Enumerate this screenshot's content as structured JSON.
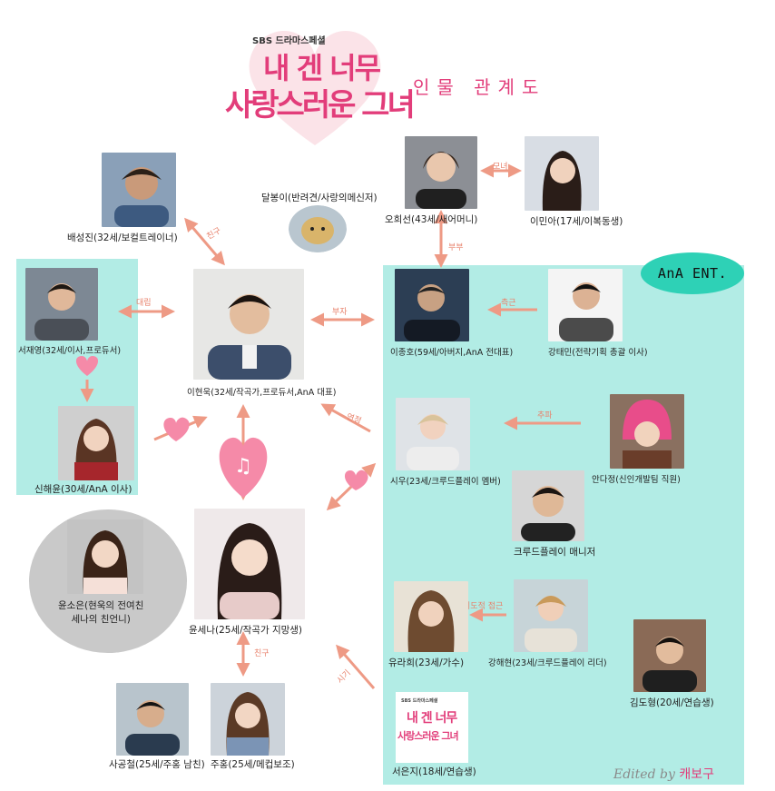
{
  "header": {
    "network": "SBS 드라마스페셜",
    "title_line1": "내 겐 너무",
    "title_line2": "사랑스러운 그녀",
    "chart_title": "인물 관계도"
  },
  "badge": "AnA ENT.",
  "credit": {
    "prefix": "Edited by",
    "name": "캐보구"
  },
  "colors": {
    "teal_panel": "#b2ece5",
    "badge": "#2ed1b6",
    "arrow": "#ee9a85",
    "heart": "#f58aa8",
    "gray_circle": "#c9c9c9"
  },
  "characters": {
    "bae": "배성진(32세/보컬트레이너)",
    "dog": "달봉이(반려견/사랑의메신저)",
    "oh": "오희선(43세/새어머니)",
    "lee_mina": "이민아(17세/이복동생)",
    "seo": "서재영(32세/이사,프로듀서)",
    "shin": "신해윤(30세/AnA 이사)",
    "hyunwook": "이현욱(32세/작곡가,프로듀서,AnA 대표)",
    "jongho": "이종호(59세/아버지,AnA 전대표)",
    "kang_taemin": "강태민(전략기획 총괄 이사)",
    "siwoo": "시우(23세/크루드플레이 멤버)",
    "ahn": "안다정(신인개발팀 직원)",
    "manager": "크루드플레이 매니저",
    "yoon_sona": "윤소은(현욱의 전여친\n세나의 친언니)",
    "yoon_sena": "윤세나(25세/작곡가 지망생)",
    "yoorahee": "유라희(23세/가수)",
    "kang_haehyun": "강해현(23세/크루드플레이 리더)",
    "kim_dohyung": "김도형(20세/연습생)",
    "sa": "사공철(25세/주홍 남친)",
    "juhong": "주홍(25세/메컵보조)",
    "seo_eunji": "서은지(18세/연습생)"
  },
  "relations": {
    "friend1": "친구",
    "mother_daughter": "모녀",
    "couple": "부부",
    "rival": "대립",
    "aide": "측근",
    "father_son": "부자",
    "secret": "연정",
    "crush": "추파",
    "approach": "의도적 접근",
    "friend2": "친구",
    "jealousy": "시기"
  },
  "inset_logo": {
    "network": "SBS 드라마스페셜",
    "line1": "내 겐 너무",
    "line2": "사랑스러운 그녀"
  }
}
